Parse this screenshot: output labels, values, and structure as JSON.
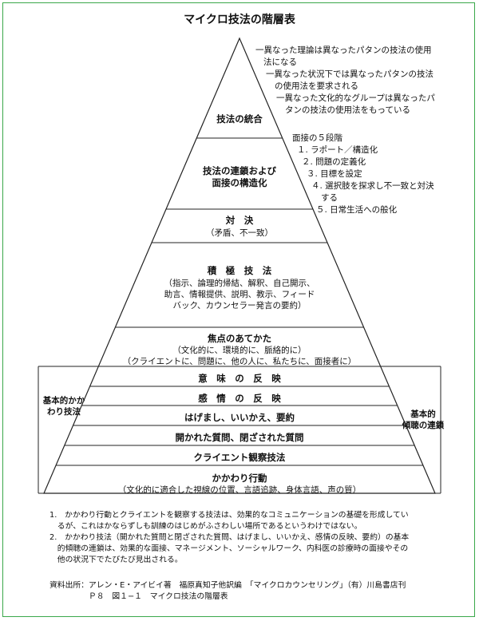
{
  "title": "マイクロ技法の階層表",
  "layers": [
    {
      "label": "技法の統合",
      "sub": []
    },
    {
      "label": "技法の連鎖および",
      "label2": "面接の構造化",
      "sub": []
    },
    {
      "label": "対　決",
      "sub": [
        "（矛盾、不一致）"
      ]
    },
    {
      "label": "積　極　技　法",
      "sub": [
        "（指示、論理的帰結、解釈、自己開示、",
        "助言、情報提供、説明、教示、フィード",
        "バック、カウンセラー発言の要約）"
      ]
    },
    {
      "label": "焦点のあてかた",
      "sub": [
        "（文化的に、環境的に、脈絡的に）",
        "（クライエントに、問題に、他の人に、私たちに、面接者に）"
      ]
    },
    {
      "label": "意　味　の　反　映",
      "sub": []
    },
    {
      "label": "感　情　の　反　映",
      "sub": []
    },
    {
      "label": "はげまし、いいかえ、要約",
      "sub": []
    },
    {
      "label": "開かれた質問、閉ざされた質問",
      "sub": []
    },
    {
      "label": "クライエント観察技法",
      "sub": []
    },
    {
      "label": "かかわり行動",
      "sub": [
        "（文化的に適合した視線の位置、言語追跡、身体言語、声の質）"
      ]
    }
  ],
  "top_notes": [
    "一異なった理論は異なったパタンの技法の使用",
    "法になる",
    "一異なった状況下では異なったパタンの技法",
    "の使用法を要求される",
    "一異なった文化的なグループは異なったパ",
    "タンの技法の使用法をもっている"
  ],
  "stages": [
    "面接の５段階",
    "１. ラポート／構造化",
    "２. 問題の定義化",
    "３. 目標を設定",
    "４. 選択肢を探求し不一致と対決",
    "する",
    "５. 日常生活への般化"
  ],
  "left_side": [
    "基本的かか",
    "わり技法"
  ],
  "right_side": [
    "基本的",
    "傾聴の連鎖"
  ],
  "footnotes": [
    "1.　かかわり行動とクライエントを観察する技法は、効果的なコミュニケーションの基礎を形成してい",
    "　るが、これはかならずしも訓練のはじめがふさわしい場所であるというわけではない。",
    "2.　かかわり技法（開かれた質問と閉ざされた質問、はげまし、いいかえ、感情の反映、要約）の基本",
    "　的傾聴の連鎖は、効果的な面接、マネージメント、ソーシャルワーク、内科医の診療時の面接やその",
    "　他の状況下でたびたび見出される。"
  ],
  "source": [
    "資料出所：アレン・E・アイビイ著　福原真知子他訳編　「マイクロカウンセリング」（有）川島書店刊",
    "　　　　　Ｐ８　図１−１　マイクロ技法の階層表"
  ]
}
